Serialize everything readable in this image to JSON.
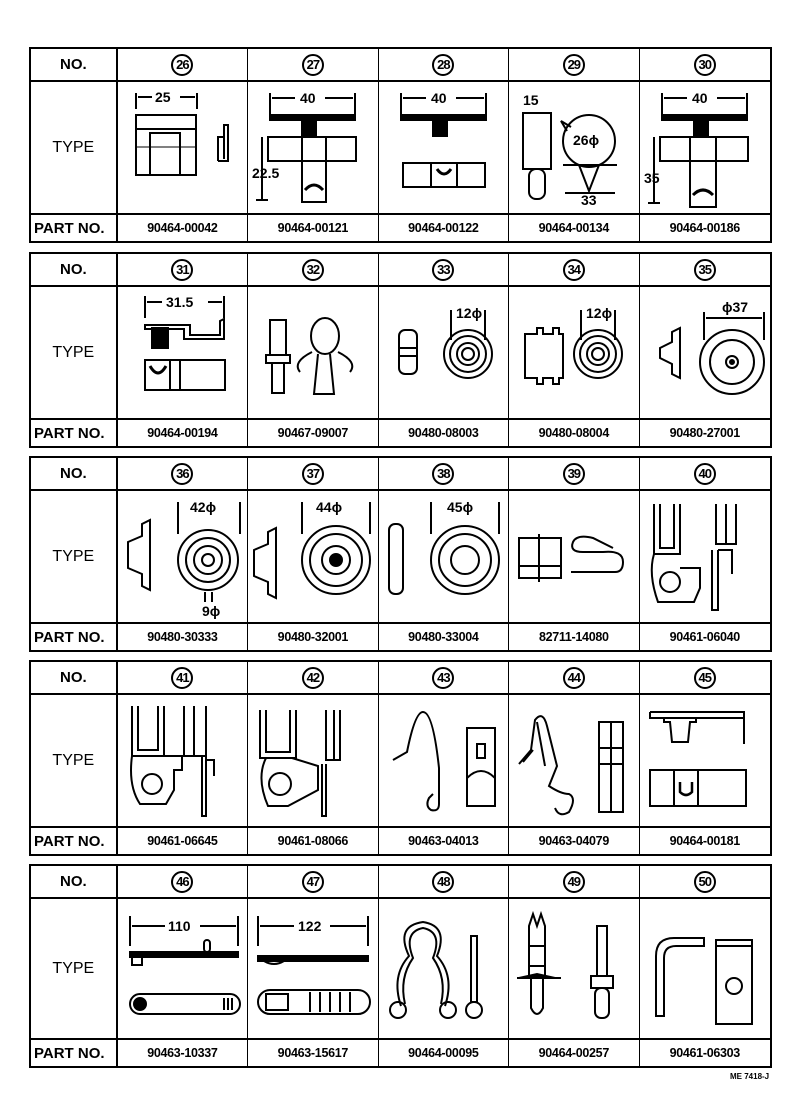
{
  "labels": {
    "no": "NO.",
    "type": "TYPE",
    "part_no": "PART NO."
  },
  "tables": [
    {
      "items": [
        {
          "no": "26",
          "part_no": "90464-00042",
          "dims": [
            "25"
          ],
          "icon": "clip-26"
        },
        {
          "no": "27",
          "part_no": "90464-00121",
          "dims": [
            "40",
            "22.5"
          ],
          "icon": "clip-27"
        },
        {
          "no": "28",
          "part_no": "90464-00122",
          "dims": [
            "40"
          ],
          "icon": "clip-28"
        },
        {
          "no": "29",
          "part_no": "90464-00134",
          "dims": [
            "15",
            "26ϕ",
            "33"
          ],
          "icon": "clip-29"
        },
        {
          "no": "30",
          "part_no": "90464-00186",
          "dims": [
            "40",
            "35"
          ],
          "icon": "clip-30"
        }
      ]
    },
    {
      "items": [
        {
          "no": "31",
          "part_no": "90464-00194",
          "dims": [
            "31.5"
          ],
          "icon": "clip-31"
        },
        {
          "no": "32",
          "part_no": "90467-09007",
          "dims": [],
          "icon": "clip-32"
        },
        {
          "no": "33",
          "part_no": "90480-08003",
          "dims": [
            "12ϕ"
          ],
          "icon": "grommet-33"
        },
        {
          "no": "34",
          "part_no": "90480-08004",
          "dims": [
            "12ϕ"
          ],
          "icon": "grommet-34"
        },
        {
          "no": "35",
          "part_no": "90480-27001",
          "dims": [
            "ϕ37"
          ],
          "icon": "grommet-35"
        }
      ]
    },
    {
      "items": [
        {
          "no": "36",
          "part_no": "90480-30333",
          "dims": [
            "42ϕ",
            "9ϕ"
          ],
          "icon": "grommet-36"
        },
        {
          "no": "37",
          "part_no": "90480-32001",
          "dims": [
            "44ϕ"
          ],
          "icon": "grommet-37"
        },
        {
          "no": "38",
          "part_no": "90480-33004",
          "dims": [
            "45ϕ"
          ],
          "icon": "grommet-38"
        },
        {
          "no": "39",
          "part_no": "82711-14080",
          "dims": [],
          "icon": "clip-39"
        },
        {
          "no": "40",
          "part_no": "90461-06040",
          "dims": [],
          "icon": "terminal-40"
        }
      ]
    },
    {
      "items": [
        {
          "no": "41",
          "part_no": "90461-06645",
          "dims": [],
          "icon": "terminal-41"
        },
        {
          "no": "42",
          "part_no": "90461-08066",
          "dims": [],
          "icon": "terminal-42"
        },
        {
          "no": "43",
          "part_no": "90463-04013",
          "dims": [],
          "icon": "spring-clip-43"
        },
        {
          "no": "44",
          "part_no": "90463-04079",
          "dims": [],
          "icon": "spring-clip-44"
        },
        {
          "no": "45",
          "part_no": "90464-00181",
          "dims": [],
          "icon": "clip-45"
        }
      ]
    },
    {
      "items": [
        {
          "no": "46",
          "part_no": "90463-10337",
          "dims": [
            "110"
          ],
          "icon": "band-46"
        },
        {
          "no": "47",
          "part_no": "90463-15617",
          "dims": [
            "122"
          ],
          "icon": "band-47"
        },
        {
          "no": "48",
          "part_no": "90464-00095",
          "dims": [],
          "icon": "wire-clip-48"
        },
        {
          "no": "49",
          "part_no": "90464-00257",
          "dims": [],
          "icon": "push-clip-49"
        },
        {
          "no": "50",
          "part_no": "90461-06303",
          "dims": [],
          "icon": "bracket-50"
        }
      ]
    }
  ],
  "footer_code": "ME 7418-J"
}
